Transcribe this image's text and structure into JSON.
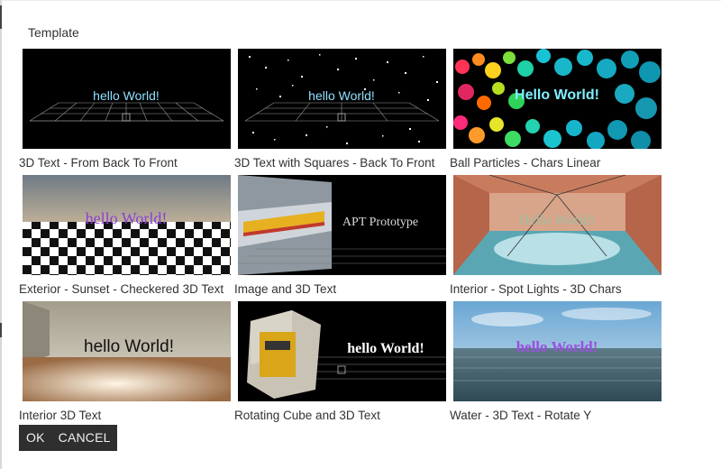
{
  "dialog": {
    "title": "Template"
  },
  "templates": [
    {
      "label": "3D Text - From Back To Front",
      "scene_text": "hello World!"
    },
    {
      "label": "3D Text with Squares - Back To Front",
      "scene_text": "hello World!"
    },
    {
      "label": "Ball Particles - Chars Linear",
      "scene_text": "Hello World!"
    },
    {
      "label": "Exterior - Sunset - Checkered 3D Text",
      "scene_text": "hello World!"
    },
    {
      "label": "Image and 3D Text",
      "scene_text": "APT Prototype"
    },
    {
      "label": "Interior - Spot Lights - 3D Chars",
      "scene_text": "Hello World!"
    },
    {
      "label": "Interior 3D Text",
      "scene_text": "hello World!"
    },
    {
      "label": "Rotating Cube and 3D Text",
      "scene_text": "hello World!"
    },
    {
      "label": "Water - 3D Text - Rotate Y",
      "scene_text": "hello World!"
    }
  ],
  "buttons": {
    "ok": "OK",
    "cancel": "CANCEL"
  },
  "colors": {
    "button_bar_bg": "#2f2f2f",
    "checkered_text": "#8a3fd6",
    "water_text": "#9b4fe0"
  }
}
